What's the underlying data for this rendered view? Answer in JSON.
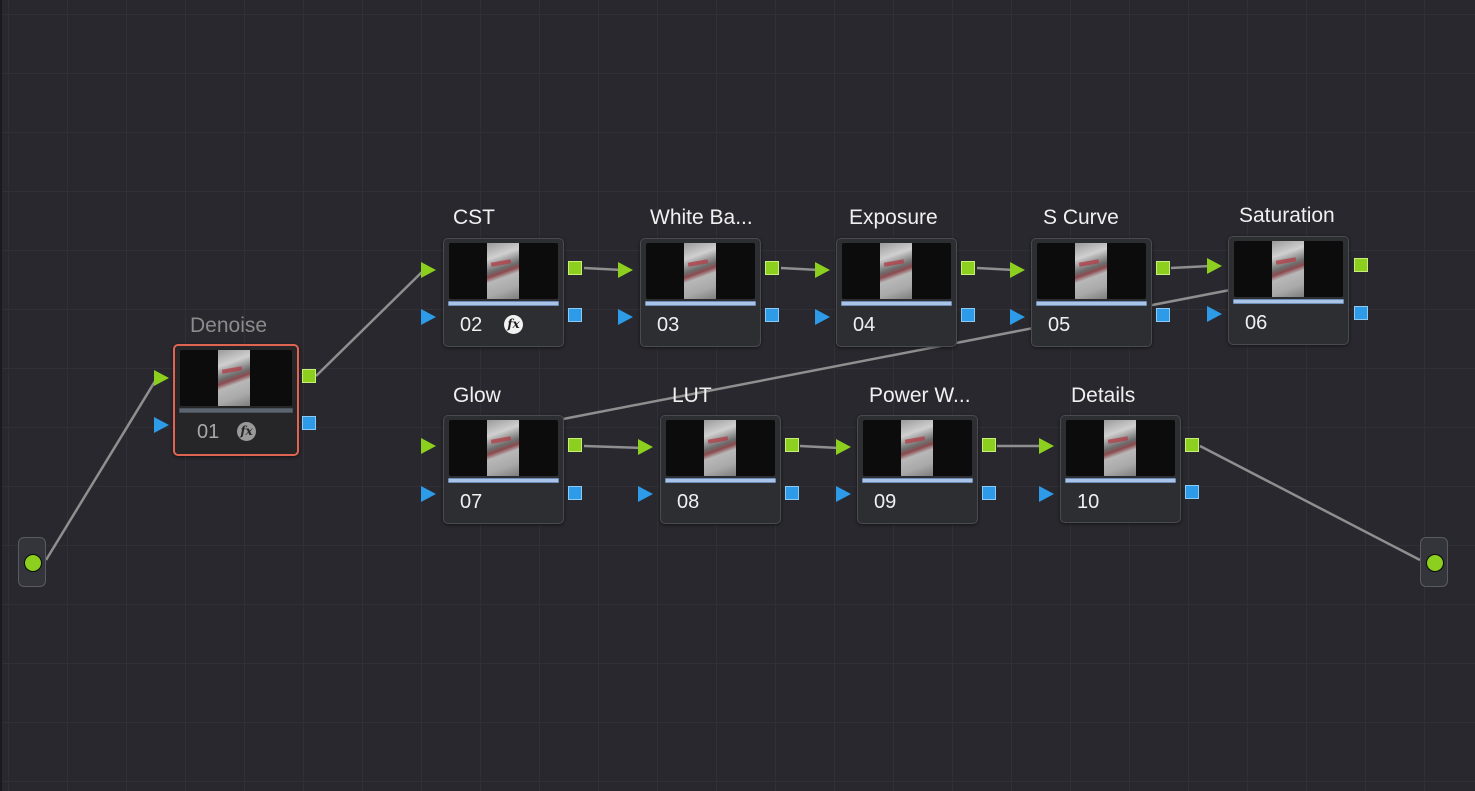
{
  "colors": {
    "background": "#28282e",
    "node_bg": "#2d2e32",
    "selected_border": "#e06452",
    "rgb_port": "#8ccf1f",
    "alpha_port": "#2d9be8",
    "wire": "#8f8f8f"
  },
  "source": {
    "icon": "source-dot-icon"
  },
  "output": {
    "icon": "output-dot-icon"
  },
  "nodes": [
    {
      "id": "01",
      "label": "Denoise",
      "number": "01",
      "fx": true,
      "selected": true,
      "disabled": true
    },
    {
      "id": "02",
      "label": "CST",
      "number": "02",
      "fx": true
    },
    {
      "id": "03",
      "label": "White Ba...",
      "number": "03"
    },
    {
      "id": "04",
      "label": "Exposure",
      "number": "04"
    },
    {
      "id": "05",
      "label": "S Curve",
      "number": "05"
    },
    {
      "id": "06",
      "label": "Saturation",
      "number": "06"
    },
    {
      "id": "07",
      "label": "Glow",
      "number": "07"
    },
    {
      "id": "08",
      "label": "LUT",
      "number": "08"
    },
    {
      "id": "09",
      "label": "Power W...",
      "number": "09"
    },
    {
      "id": "10",
      "label": "Details",
      "number": "10"
    }
  ],
  "fx_label": "fx"
}
